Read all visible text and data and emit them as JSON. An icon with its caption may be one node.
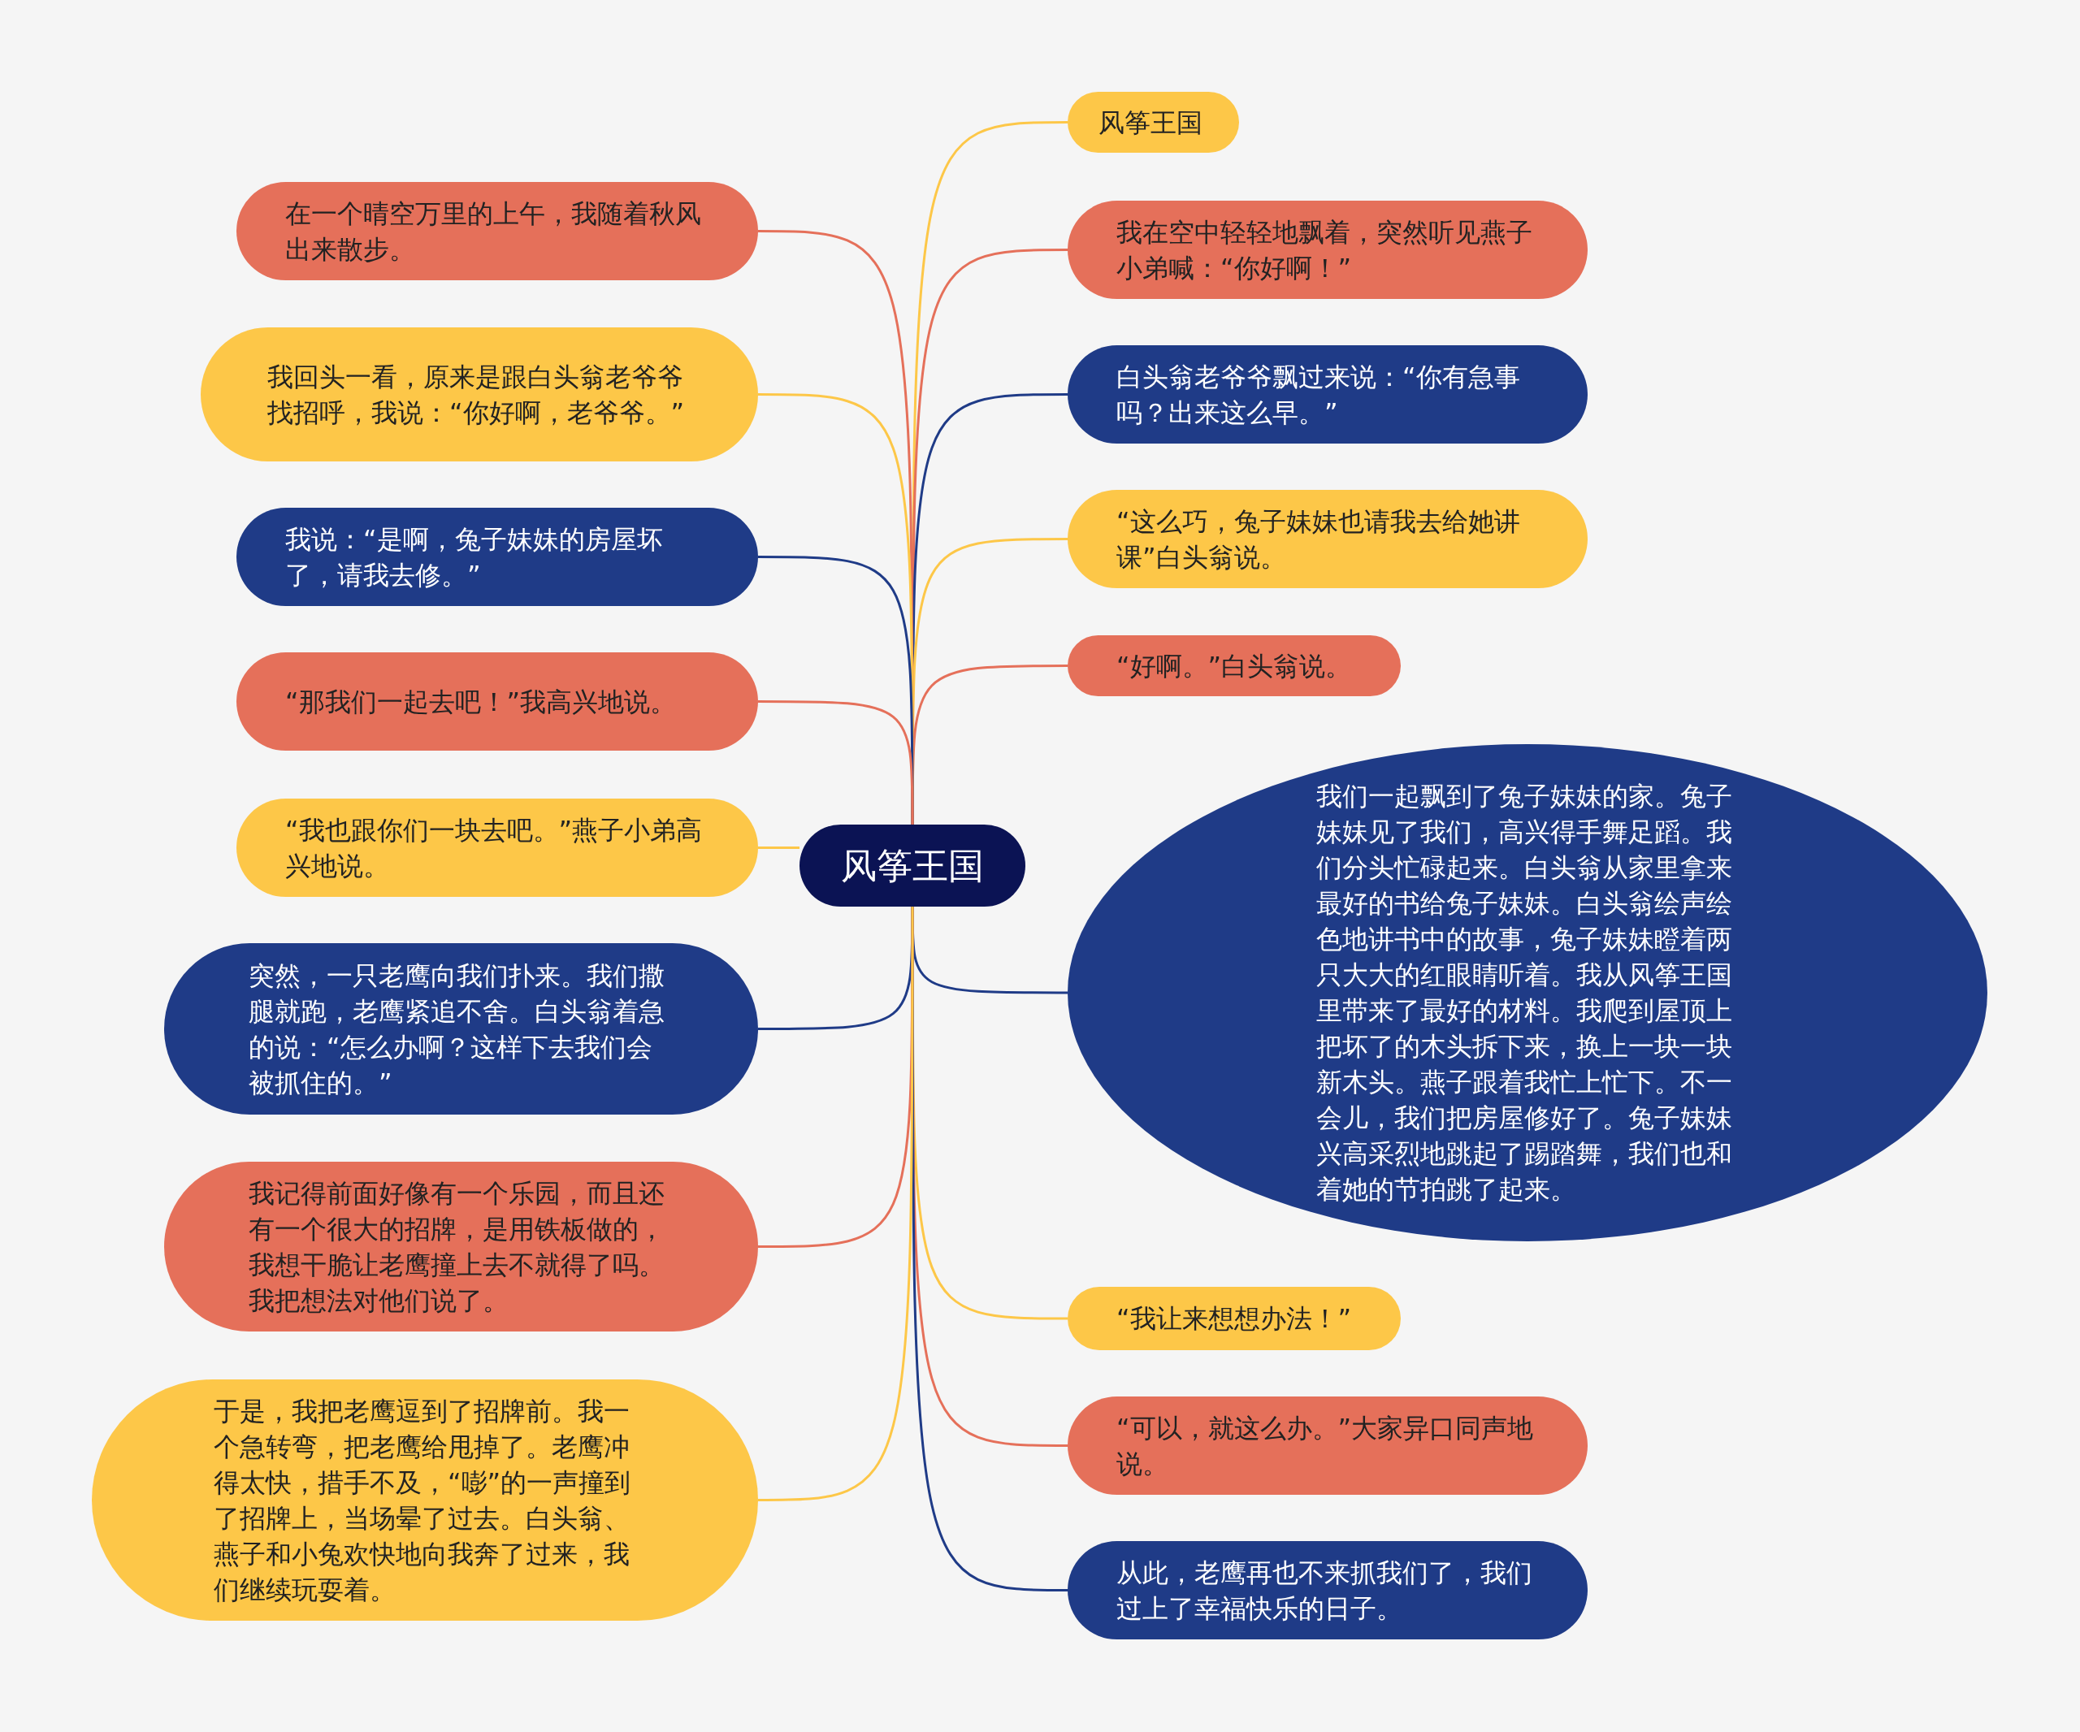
{
  "diagram": {
    "nodes": [
      {
        "text": [
          "风筝王国"
        ]
      },
      {
        "text": [
          "风筝王国"
        ]
      },
      {
        "text": [
          "我在空中轻轻地飘着，突然听见燕子小弟喊：“你好啊！”"
        ]
      },
      {
        "text": [
          "白头翁老爷爷飘过来说：“你有急事吗？出来这么早。”"
        ]
      },
      {
        "text": [
          "“这么巧，兔子妹妹也请我去给她讲课”白头翁说。"
        ]
      },
      {
        "text": [
          "“好啊。”白头翁说。"
        ]
      },
      {
        "text": [
          "我们一起飘到了兔子妹妹的家。兔子妹妹见了我们，高兴得手舞足蹈。我们分头忙碌起来。白头翁从家里拿来最好的书给兔子妹妹。白头翁绘声绘色地讲书中的故事，兔子妹妹瞪着两只大大的红眼睛听着。我从风筝王国里带来了最好的材料。我爬到屋顶上把坏了的木头拆下来，换上一块一块新木头。燕子跟着我忙上忙下。不一会儿，我们把房屋修好了。兔子妹妹兴高采烈地跳起了踢踏舞，我们也和着她的节拍跳了起来。"
        ]
      },
      {
        "text": [
          "“我让来想想办法！”"
        ]
      },
      {
        "text": [
          "“可以，就这么办。”大家异口同声地说。"
        ]
      },
      {
        "text": [
          "从此，老鹰再也不来抓我们了，我们过上了幸福快乐的日子。"
        ]
      },
      {
        "text": [
          "在一个晴空万里的上午，我随着秋风出来散步。"
        ]
      },
      {
        "text": [
          "我回头一看，原来是跟白头翁老爷爷找招呼，我说：“你好啊，老爷爷。”"
        ]
      },
      {
        "text": [
          "我说：“是啊，兔子妹妹的房屋坏了，请我去修。”"
        ]
      },
      {
        "text": [
          "“那我们一起去吧！”我高兴地说。"
        ]
      },
      {
        "text": [
          "“我也跟你们一块去吧。”燕子小弟高兴地说。"
        ]
      },
      {
        "text": [
          "突然，一只老鹰向我们扑来。我们撒腿就跑，老鹰紧追不舍。白头翁着急的说：“怎么办啊？这样下去我们会被抓住的。”"
        ]
      },
      {
        "text": [
          "我记得前面好像有一个乐园，而且还有一个很大的招牌，是用铁板做的，我想干脆让老鹰撞上去不就得了吗。我把想法对他们说了。"
        ]
      },
      {
        "text": [
          "于是，我把老鹰逗到了招牌前。我一个急转弯，把老鹰给甩掉了。老鹰冲得太快，措手不及，“嘭”的一声撞到了招牌上，当场晕了过去。白头翁、燕子和小兔欢快地向我奔了过来，我们继续玩耍着。"
        ]
      }
    ],
    "edges": [
      {
        "from": 0,
        "to": 1,
        "arrow": "none",
        "color": "#fdc748"
      },
      {
        "from": 0,
        "to": 2,
        "arrow": "none",
        "color": "#e5705a"
      },
      {
        "from": 0,
        "to": 3,
        "arrow": "none",
        "color": "#1f3b87"
      },
      {
        "from": 0,
        "to": 4,
        "arrow": "none",
        "color": "#fdc748"
      },
      {
        "from": 0,
        "to": 5,
        "arrow": "none",
        "color": "#e5705a"
      },
      {
        "from": 0,
        "to": 6,
        "arrow": "none",
        "color": "#1f3b87"
      },
      {
        "from": 0,
        "to": 7,
        "arrow": "none",
        "color": "#fdc748"
      },
      {
        "from": 0,
        "to": 8,
        "arrow": "none",
        "color": "#e5705a"
      },
      {
        "from": 0,
        "to": 9,
        "arrow": "none",
        "color": "#1f3b87"
      },
      {
        "from": 0,
        "to": 10,
        "arrow": "none",
        "color": "#e5705a"
      },
      {
        "from": 0,
        "to": 11,
        "arrow": "none",
        "color": "#fdc748"
      },
      {
        "from": 0,
        "to": 12,
        "arrow": "none",
        "color": "#1f3b87"
      },
      {
        "from": 0,
        "to": 13,
        "arrow": "none",
        "color": "#e5705a"
      },
      {
        "from": 0,
        "to": 14,
        "arrow": "none",
        "color": "#fdc748"
      },
      {
        "from": 0,
        "to": 15,
        "arrow": "none",
        "color": "#1f3b87"
      },
      {
        "from": 0,
        "to": 16,
        "arrow": "none",
        "color": "#e5705a"
      },
      {
        "from": 0,
        "to": 17,
        "arrow": "none",
        "color": "#fdc748"
      }
    ]
  }
}
